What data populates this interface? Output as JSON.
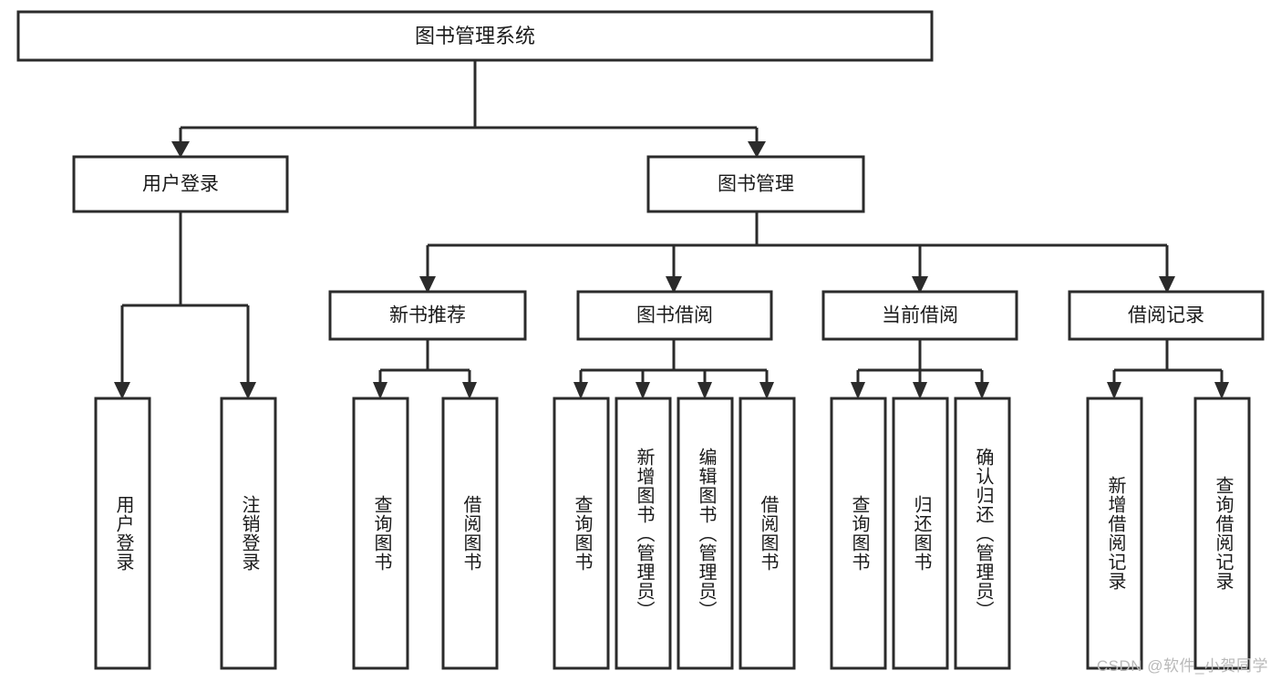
{
  "diagram": {
    "title": "图书管理系统",
    "type": "tree-hierarchy-diagram",
    "watermark": "CSDN @软件_小贺同学",
    "colors": {
      "stroke": "#2b2b2b",
      "fill": "#ffffff",
      "text": "#1a1a1a",
      "watermark": "#b9b9b9"
    },
    "root": {
      "label": "图书管理系统"
    },
    "level1": [
      {
        "label": "用户登录"
      },
      {
        "label": "图书管理"
      }
    ],
    "level2": [
      {
        "label": "新书推荐"
      },
      {
        "label": "图书借阅"
      },
      {
        "label": "当前借阅"
      },
      {
        "label": "借阅记录"
      }
    ],
    "leaves": {
      "user_login": [
        {
          "label": "用户登录"
        },
        {
          "label": "注销登录"
        }
      ],
      "new_book_recommend": [
        {
          "label": "查询图书"
        },
        {
          "label": "借阅图书"
        }
      ],
      "book_borrow": [
        {
          "label": "查询图书"
        },
        {
          "label": "新增图书（管理员）"
        },
        {
          "label": "编辑图书（管理员）"
        },
        {
          "label": "借阅图书"
        }
      ],
      "current_borrow": [
        {
          "label": "查询图书"
        },
        {
          "label": "归还图书"
        },
        {
          "label": "确认归还（管理员）"
        }
      ],
      "borrow_record": [
        {
          "label": "新增借阅记录"
        },
        {
          "label": "查询借阅记录"
        }
      ]
    }
  }
}
